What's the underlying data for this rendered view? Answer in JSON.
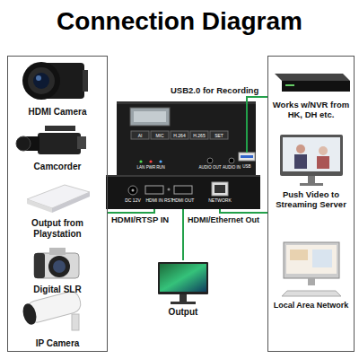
{
  "diagram": {
    "title": "Connection Diagram",
    "nodes": [
      {
        "text": [
          "HDMI Camera",
          "Camcorder",
          "Output from Playstation",
          "Digital SLR",
          "IP Camera"
        ]
      },
      {
        "text": [
          "AI",
          "MIC",
          "H.264",
          "H.265",
          "SET",
          "LAN",
          "PWR",
          "RUN",
          "AUDIO OUT",
          "AUDIO IN",
          "USB",
          "DC 12V",
          "HDMI IN",
          "RST",
          "HDMI OUT",
          "NETWORK"
        ]
      },
      {
        "text": [
          "Works w/NVR from HK, DH etc.",
          "Push Video to Streaming Server",
          "Local Area Network"
        ]
      },
      {
        "text": [
          "Output"
        ]
      }
    ],
    "edges": [
      {
        "from": 0,
        "to": 1,
        "label": "HDMI/RTSP IN",
        "arrow": "none"
      },
      {
        "from": 1,
        "to": 2,
        "label": "USB2.0 for Recording",
        "arrow": "none"
      },
      {
        "from": 1,
        "to": 2,
        "label": "HDMI/Ethernet Out",
        "arrow": "none"
      },
      {
        "from": 1,
        "to": 3,
        "arrow": "none"
      }
    ]
  }
}
